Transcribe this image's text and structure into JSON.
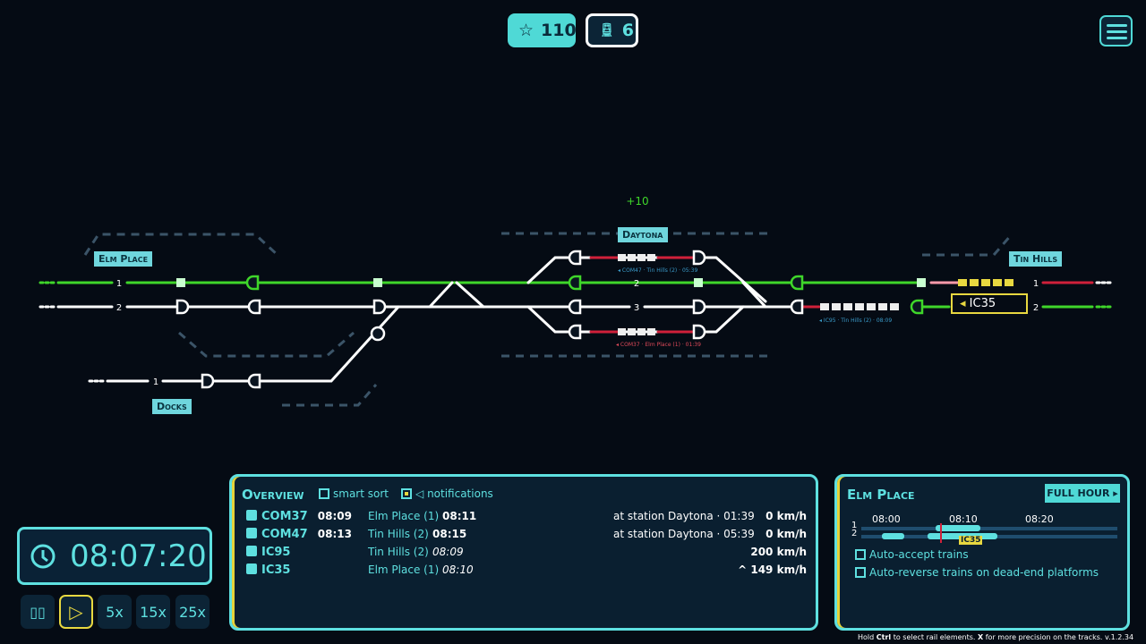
{
  "hud": {
    "score": "110",
    "trains": "6",
    "icons": {
      "score": "star-icon",
      "trains": "train-icon",
      "menu": "menu-list-icon"
    }
  },
  "map": {
    "bonus": "+10",
    "stations": [
      "Elm Place",
      "Daytona",
      "Tin Hills",
      "Docks"
    ],
    "track_numbers": {
      "elm1": "1",
      "elm2": "2",
      "docks1": "1",
      "day2": "2",
      "day3": "3",
      "tin1": "1",
      "tin2": "2"
    },
    "train_labels": [
      "◂ COM47 · Tin Hills (2) · 05:39",
      "◂ COM37 · Elm Place (1) · 01:39",
      "◂ IC95 · Tin Hills (2) · 08:09"
    ],
    "selected_train": "IC35",
    "colors": {
      "free": "#3fd62a",
      "reserved": "#ffffff",
      "blocked": "#d0203a",
      "selected": "#e8d840",
      "accent": "#5ee0e0"
    }
  },
  "overview": {
    "title": "Overview",
    "smart_sort": "smart sort",
    "smart_sort_checked": false,
    "notifications": "notifications",
    "notifications_checked": true,
    "rows": [
      {
        "id": "COM37",
        "arr": "08:09",
        "dest": "Elm Place (1)",
        "dep": "08:11",
        "status": "at station Daytona · 01:39",
        "speed": "0 km/h"
      },
      {
        "id": "COM47",
        "arr": "08:13",
        "dest": "Tin Hills (2)",
        "dep": "08:15",
        "status": "at station Daytona · 05:39",
        "speed": "0 km/h"
      },
      {
        "id": "IC95",
        "arr": "",
        "dest": "Tin Hills (2)",
        "dep": "08:09",
        "status": "",
        "speed": "200 km/h"
      },
      {
        "id": "IC35",
        "arr": "",
        "dest": "Elm Place (1)",
        "dep": "08:10",
        "status": "",
        "speed": "^ 149 km/h"
      }
    ]
  },
  "station_panel": {
    "title": "Elm Place",
    "full_hour": "FULL HOUR ▸",
    "times": [
      "08:00",
      "08:10",
      "08:20"
    ],
    "tracks": [
      "1",
      "2"
    ],
    "marker": "IC35",
    "auto_accept": "Auto-accept trains",
    "auto_reverse": "Auto-reverse trains on dead-end platforms"
  },
  "clock": {
    "time": "08:07:20"
  },
  "speed": {
    "pause": "▯▯",
    "play": "▷",
    "s5": "5x",
    "s15": "15x",
    "s25": "25x",
    "active": "play"
  },
  "footer": {
    "hint_pre": "Hold ",
    "hint_key1": "Ctrl",
    "hint_mid": " to select rail elements. ",
    "hint_key2": "X",
    "hint_post": " for more precision on the tracks.",
    "version": "v.1.2.34"
  }
}
